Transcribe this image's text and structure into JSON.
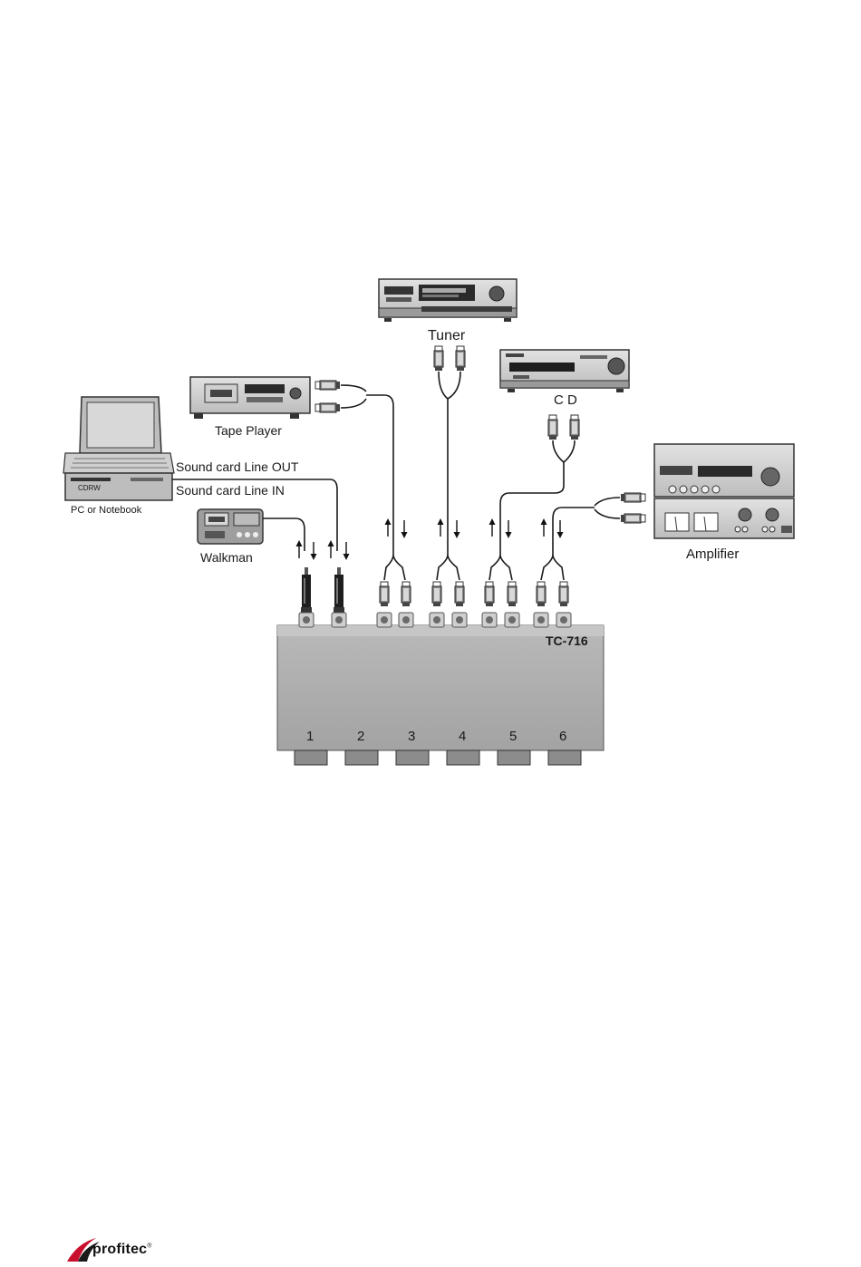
{
  "devices": {
    "tuner": "Tuner",
    "cd": "C D",
    "tape": "Tape Player",
    "pc": "PC or Notebook",
    "pc_drive": "CDRW",
    "walkman": "Walkman",
    "amplifier": "Amplifier"
  },
  "soundcard": {
    "line_out": "Sound card Line OUT",
    "line_in": "Sound card Line IN"
  },
  "switchbox": {
    "model": "TC-716",
    "ports": [
      "1",
      "2",
      "3",
      "4",
      "5",
      "6"
    ]
  },
  "footer": {
    "brand": "profitec",
    "reg": "®"
  }
}
